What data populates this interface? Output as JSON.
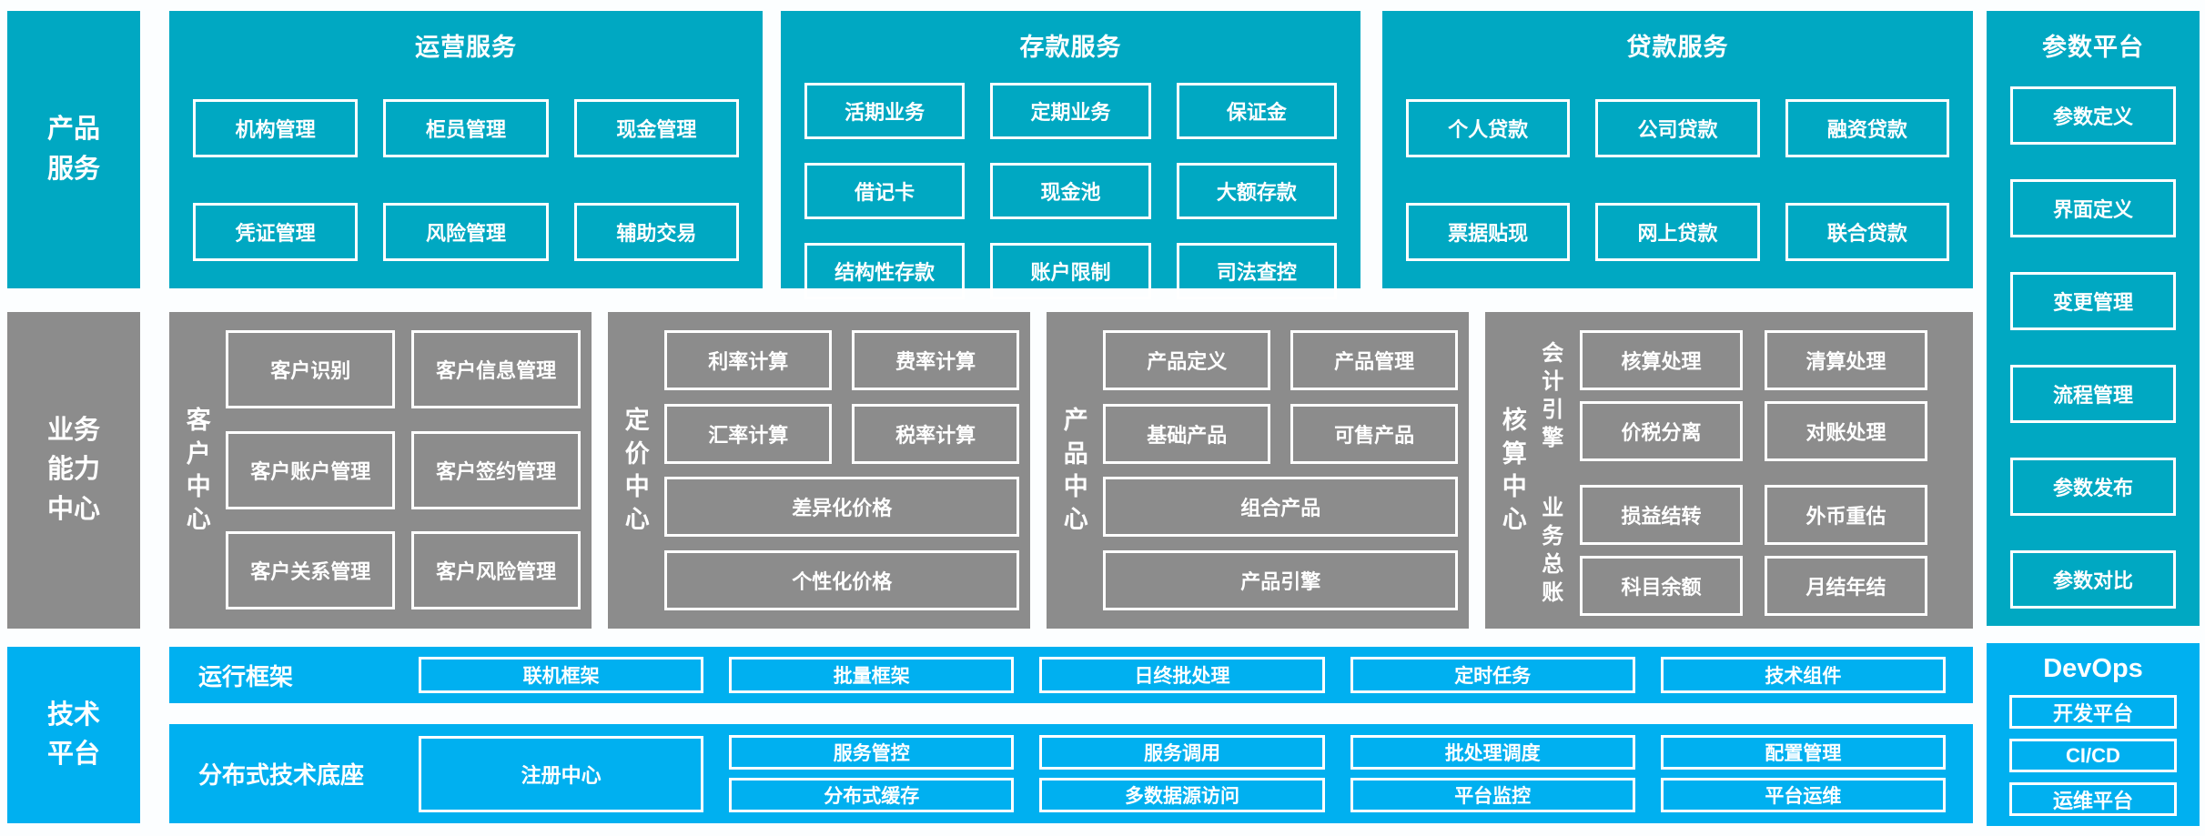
{
  "palette": {
    "teal": "#00A8C2",
    "gray": "#8C8C8C",
    "blue": "#00B0F0",
    "box_border": "#FFFFFF",
    "background": "#FCFEFF"
  },
  "left_labels": {
    "product_services": "产品\n服务",
    "business_capability": "业务\n能力\n中心",
    "tech_platform": "技术\n平台"
  },
  "operations": {
    "title": "运营服务",
    "boxes": [
      "机构管理",
      "柜员管理",
      "现金管理",
      "凭证管理",
      "风险管理",
      "辅助交易"
    ]
  },
  "deposit": {
    "title": "存款服务",
    "boxes": [
      "活期业务",
      "定期业务",
      "保证金",
      "借记卡",
      "现金池",
      "大额存款",
      "结构性存款",
      "账户限制",
      "司法查控"
    ]
  },
  "loan": {
    "title": "贷款服务",
    "boxes": [
      "个人贷款",
      "公司贷款",
      "融资贷款",
      "票据贴现",
      "网上贷款",
      "联合贷款"
    ]
  },
  "param_platform": {
    "title": "参数平台",
    "boxes": [
      "参数定义",
      "界面定义",
      "变更管理",
      "流程管理",
      "参数发布",
      "参数对比"
    ]
  },
  "customer_center": {
    "label": "客户中心",
    "boxes": [
      "客户识别",
      "客户信息管理",
      "客户账户管理",
      "客户签约管理",
      "客户关系管理",
      "客户风险管理"
    ]
  },
  "pricing_center": {
    "label": "定价中心",
    "boxes": [
      "利率计算",
      "费率计算",
      "汇率计算",
      "税率计算"
    ],
    "wide_boxes": [
      "差异化价格",
      "个性化价格"
    ]
  },
  "product_center": {
    "label": "产品中心",
    "boxes": [
      "产品定义",
      "产品管理",
      "基础产品",
      "可售产品"
    ],
    "wide_boxes": [
      "组合产品",
      "产品引擎"
    ]
  },
  "accounting_center": {
    "label": "核算中心",
    "groups": [
      {
        "label": "会计引擎",
        "boxes": [
          "核算处理",
          "清算处理",
          "价税分离",
          "对账处理"
        ]
      },
      {
        "label": "业务总账",
        "boxes": [
          "损益结转",
          "外币重估",
          "科目余额",
          "月结年结"
        ]
      }
    ]
  },
  "runtime_framework": {
    "label": "运行框架",
    "boxes": [
      "联机框架",
      "批量框架",
      "日终批处理",
      "定时任务",
      "技术组件"
    ]
  },
  "distributed_base": {
    "label": "分布式技术底座",
    "registry": "注册中心",
    "columns": [
      [
        "服务管控",
        "分布式缓存"
      ],
      [
        "服务调用",
        "多数据源访问"
      ],
      [
        "批处理调度",
        "平台监控"
      ],
      [
        "配置管理",
        "平台运维"
      ]
    ]
  },
  "devops": {
    "title": "DevOps",
    "boxes": [
      "开发平台",
      "CI/CD",
      "运维平台"
    ]
  }
}
